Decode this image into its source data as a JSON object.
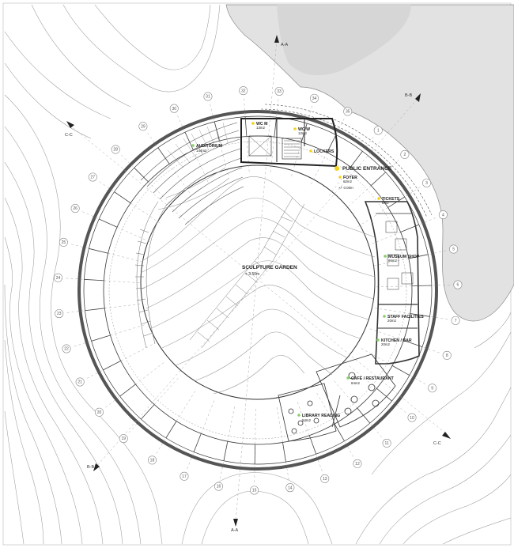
{
  "title": "SCULPTURE GARDEN",
  "garden_level": "+ 3.50m",
  "entrance": {
    "label": "PUBLIC ENTRANCE",
    "foyer_name": "FOYER",
    "foyer_area": "62m2",
    "level": "+/- 0.00m",
    "marker_color": "#f2d21b"
  },
  "rooms": [
    {
      "id": "auditorium",
      "name": "AUDITORIUM",
      "area": "144m2"
    },
    {
      "id": "wc-m",
      "name": "WC M",
      "area": "13m2"
    },
    {
      "id": "wc-w",
      "name": "WC W",
      "area": "12m2"
    },
    {
      "id": "lockers",
      "name": "LOCKERS",
      "area": ""
    },
    {
      "id": "tickets",
      "name": "TICKETS",
      "area": "8m2"
    },
    {
      "id": "museum-shop",
      "name": "MUSEUM SHOP",
      "area": "86m2"
    },
    {
      "id": "staff",
      "name": "STAFF FACILITIES",
      "area": "20m2"
    },
    {
      "id": "kitchen",
      "name": "KITCHEN / BAR",
      "area": "20m2"
    },
    {
      "id": "cafe",
      "name": "CAFE / RESTAURANT",
      "area": "84m2"
    },
    {
      "id": "library",
      "name": "LIBRARY READING",
      "area": "54m2"
    }
  ],
  "marker_colors": {
    "yellow": "#f2d21b",
    "green": "#8bcf6a"
  },
  "sections": {
    "a": "A-A",
    "b": "B-B",
    "c": "C-C"
  },
  "grid_labels": [
    "1",
    "2",
    "3",
    "4",
    "5",
    "6",
    "7",
    "8",
    "9",
    "10",
    "11",
    "12",
    "13",
    "14",
    "15",
    "16",
    "17",
    "18",
    "19",
    "20",
    "21",
    "22",
    "23",
    "24",
    "25",
    "26",
    "27",
    "28",
    "29",
    "30",
    "31",
    "32",
    "33",
    "34",
    "35"
  ]
}
